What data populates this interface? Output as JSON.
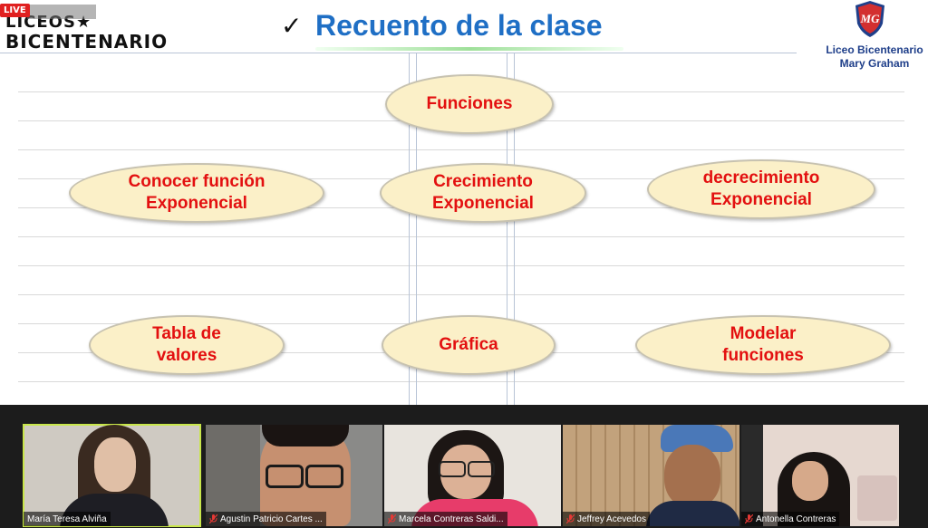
{
  "live_badge": "LIVE",
  "logo": {
    "line1": "LICEOS★",
    "line2": "BICENTENARIO"
  },
  "slide": {
    "check_icon": "✓",
    "title": "Recuento de la clase",
    "school_name_line1": "Liceo Bicentenario",
    "school_name_line2": "Mary Graham",
    "logo_letters": "MG",
    "nodes": [
      {
        "id": "funciones",
        "text": "Funciones"
      },
      {
        "id": "conocer",
        "text": "Conocer función\nExponencial"
      },
      {
        "id": "crecimiento",
        "text": "Crecimiento\nExponencial"
      },
      {
        "id": "decrecimiento",
        "text": "decrecimiento\nExponencial"
      },
      {
        "id": "tabla",
        "text": "Tabla de\nvalores"
      },
      {
        "id": "grafica",
        "text": "Gráfica"
      },
      {
        "id": "modelar",
        "text": "Modelar\nfunciones"
      }
    ]
  },
  "colors": {
    "title": "#1f6fc5",
    "node_text": "#e31010",
    "node_fill": "#fbf0c8",
    "active_speaker": "#c8e64a",
    "muted_mic": "#e53935"
  },
  "participants": [
    {
      "name": "María Teresa Alviña",
      "muted": false,
      "active": true
    },
    {
      "name": "Agustin Patricio Cartes ...",
      "muted": true,
      "active": false
    },
    {
      "name": "Marcela Contreras Saldi...",
      "muted": true,
      "active": false
    },
    {
      "name": "Jeffrey Acevedos",
      "muted": true,
      "active": false
    },
    {
      "name": "Antonella Contreras",
      "muted": true,
      "active": false
    }
  ],
  "icons": {
    "mic_muted": "mic-muted-icon",
    "check": "check-icon",
    "school_logo": "shield-logo-icon"
  }
}
